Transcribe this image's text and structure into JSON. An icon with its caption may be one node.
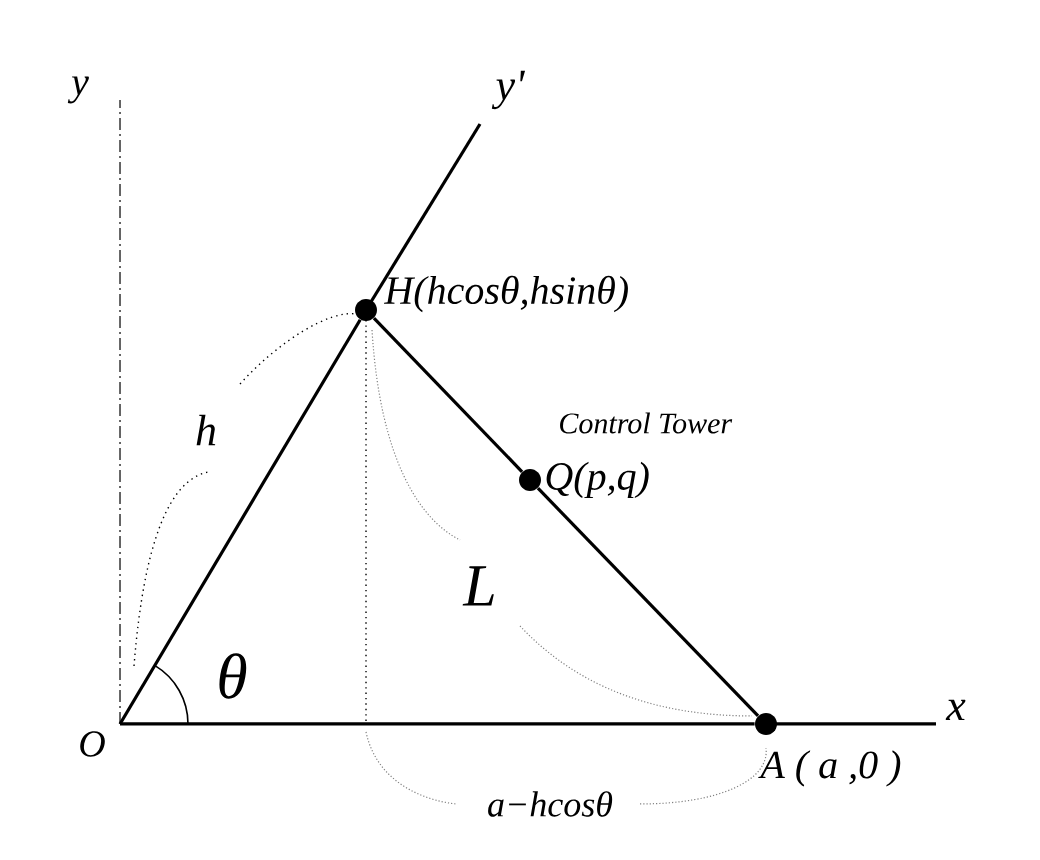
{
  "diagram": {
    "nodes": [
      {
        "text": [
          "O"
        ]
      },
      {
        "text": [
          "H(hcosθ,hsinθ)"
        ]
      },
      {
        "text": [
          "Q(p,q)"
        ],
        "beside": [
          "Control Tower"
        ]
      },
      {
        "text": [
          "A ( a ,0 )"
        ]
      }
    ],
    "edges": [
      {
        "from": 0,
        "to": 1,
        "arrow": "none"
      },
      {
        "from": 1,
        "to": 2,
        "arrow": "none"
      },
      {
        "from": 2,
        "to": 3,
        "arrow": "none"
      },
      {
        "from": 0,
        "to": 3,
        "arrow": "none"
      }
    ],
    "labels": [
      "y",
      "y'",
      "x",
      "h",
      "L",
      "θ",
      "a−hcosθ"
    ]
  }
}
